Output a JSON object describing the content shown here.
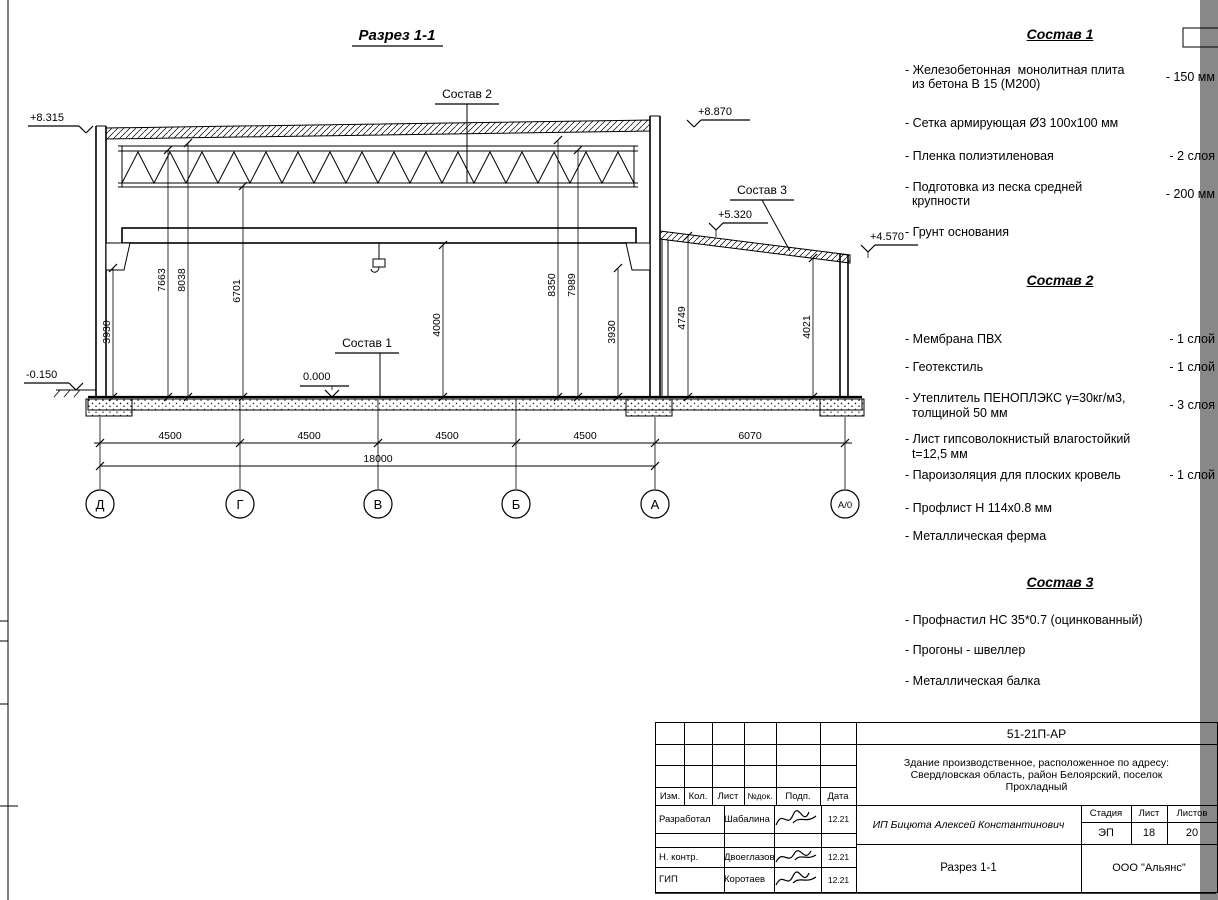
{
  "drawing": {
    "title": "Разрез 1-1",
    "elevations": [
      "+8.315",
      "+8.870",
      "+5.320",
      "+4.570",
      "0.000",
      "-0.150"
    ],
    "vdims": [
      "3930",
      "7663",
      "8038",
      "6701",
      "4000",
      "8350",
      "7989",
      "3930",
      "4749",
      "4021"
    ],
    "hdims": [
      "4500",
      "4500",
      "4500",
      "4500",
      "6070"
    ],
    "overall_dim": "18000",
    "axes": [
      "Д",
      "Г",
      "В",
      "Б",
      "А",
      "А/0"
    ]
  },
  "compositions": [
    {
      "title": "Состав 1",
      "items": [
        {
          "text": "- Железобетонная  монолитная плита\n  из бетона В 15 (М200)",
          "value": "- 150 мм"
        },
        {
          "text": "- Сетка армирующая Ø3 100х100 мм",
          "value": ""
        },
        {
          "text": "- Пленка полиэтиленовая",
          "value": "- 2 слоя"
        },
        {
          "text": "- Подготовка из песка средней\n  крупности",
          "value": "- 200 мм"
        },
        {
          "text": "- Грунт основания",
          "value": ""
        }
      ]
    },
    {
      "title": "Состав 2",
      "items": [
        {
          "text": "- Мембрана ПВХ",
          "value": "- 1 слой"
        },
        {
          "text": "- Геотекстиль",
          "value": "- 1 слой"
        },
        {
          "text": "- Утеплитель ПЕНОПЛЭКС γ=30кг/м3,\n  толщиной 50 мм",
          "value": "- 3 слоя"
        },
        {
          "text": "- Лист гипсоволокнистый влагостойкий\n  t=12,5 мм",
          "value": ""
        },
        {
          "text": "- Пароизоляция для плоских кровель",
          "value": "- 1 слой"
        },
        {
          "text": "- Профлист Н 114х0.8 мм",
          "value": ""
        },
        {
          "text": "- Металлическая ферма",
          "value": ""
        }
      ]
    },
    {
      "title": "Состав 3",
      "items": [
        {
          "text": "- Профнастил НС 35*0.7 (оцинкованный)",
          "value": ""
        },
        {
          "text": "- Прогоны - швеллер",
          "value": ""
        },
        {
          "text": "- Металлическая балка",
          "value": ""
        }
      ]
    }
  ],
  "titleblock": {
    "doc_number": "51-21П-АР",
    "project_lines": [
      "Здание производственное, расположенное по адресу:",
      "Свердловская область, район Белоярский, поселок",
      "Прохладный"
    ],
    "header_cols": [
      "Изм.",
      "Кол.",
      "Лист",
      "№док.",
      "Подп.",
      "Дата"
    ],
    "rows": [
      {
        "role": "Разработал",
        "name": "Шабалина",
        "date": "12.21"
      },
      {
        "role": "Н. контр.",
        "name": "Двоеглазов",
        "date": "12.21"
      },
      {
        "role": "ГИП",
        "name": "Коротаев",
        "date": "12.21"
      }
    ],
    "designer": "ИП Бицюта Алексей Константинович",
    "stage_label": "Стадия",
    "sheet_label": "Лист",
    "sheets_label": "Листов",
    "stage": "ЭП",
    "sheet": "18",
    "sheets": "20",
    "drawing_name": "Разрез 1-1",
    "organization": "ООО \"Альянс\""
  }
}
